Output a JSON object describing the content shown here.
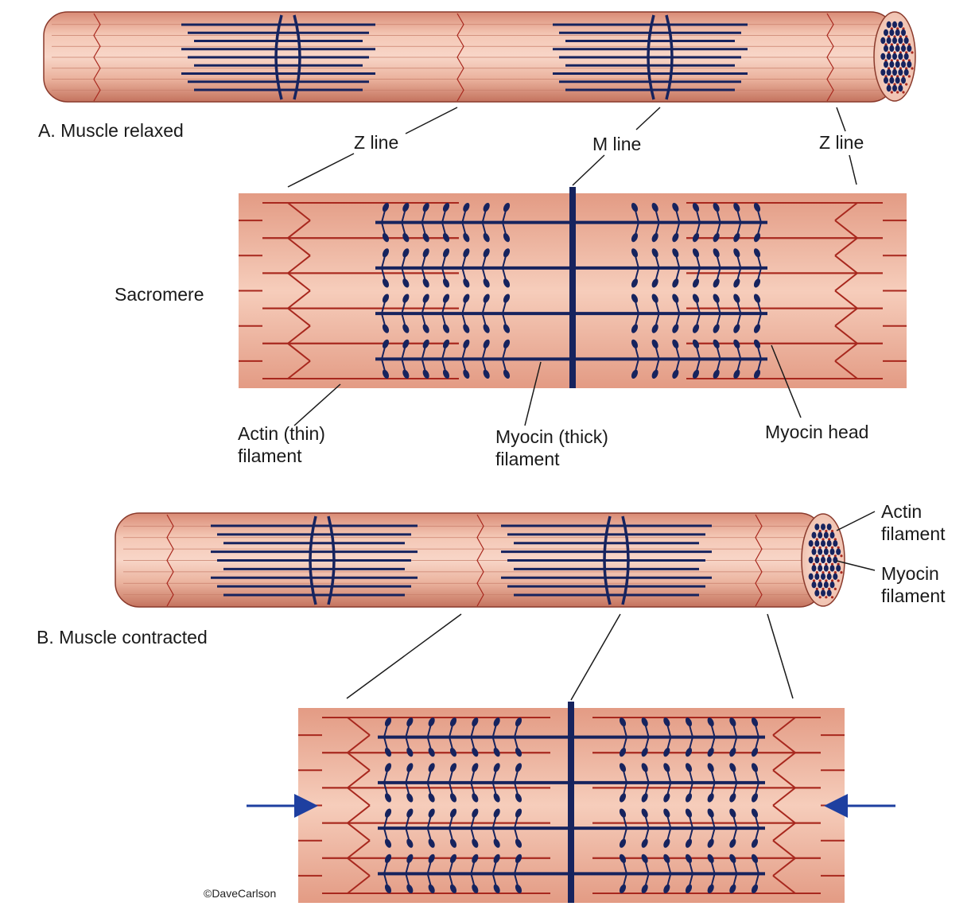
{
  "labels": {
    "relaxed": "A. Muscle relaxed",
    "contracted": "B. Muscle contracted",
    "z_line_left": "Z line",
    "m_line": "M line",
    "z_line_right": "Z line",
    "sarcomere": "Sacromere",
    "actin_line1": "Actin (thin)",
    "actin_line2": "filament",
    "myosin_line1": "Myocin (thick)",
    "myosin_line2": "filament",
    "myosin_head": "Myocin head",
    "actin_fil_line1": "Actin",
    "actin_fil_line2": "filament",
    "myosin_fil_line1": "Myocin",
    "myosin_fil_line2": "filament",
    "credit": "©DaveCarlson"
  },
  "colors": {
    "muscle": "#e8a58f",
    "muscle_light": "#f6d2c3",
    "muscle_dark": "#c97a64",
    "actin": "#a8281e",
    "myosin": "#16235e",
    "arrow": "#1e3fa0",
    "leader": "#1a1a1a"
  }
}
